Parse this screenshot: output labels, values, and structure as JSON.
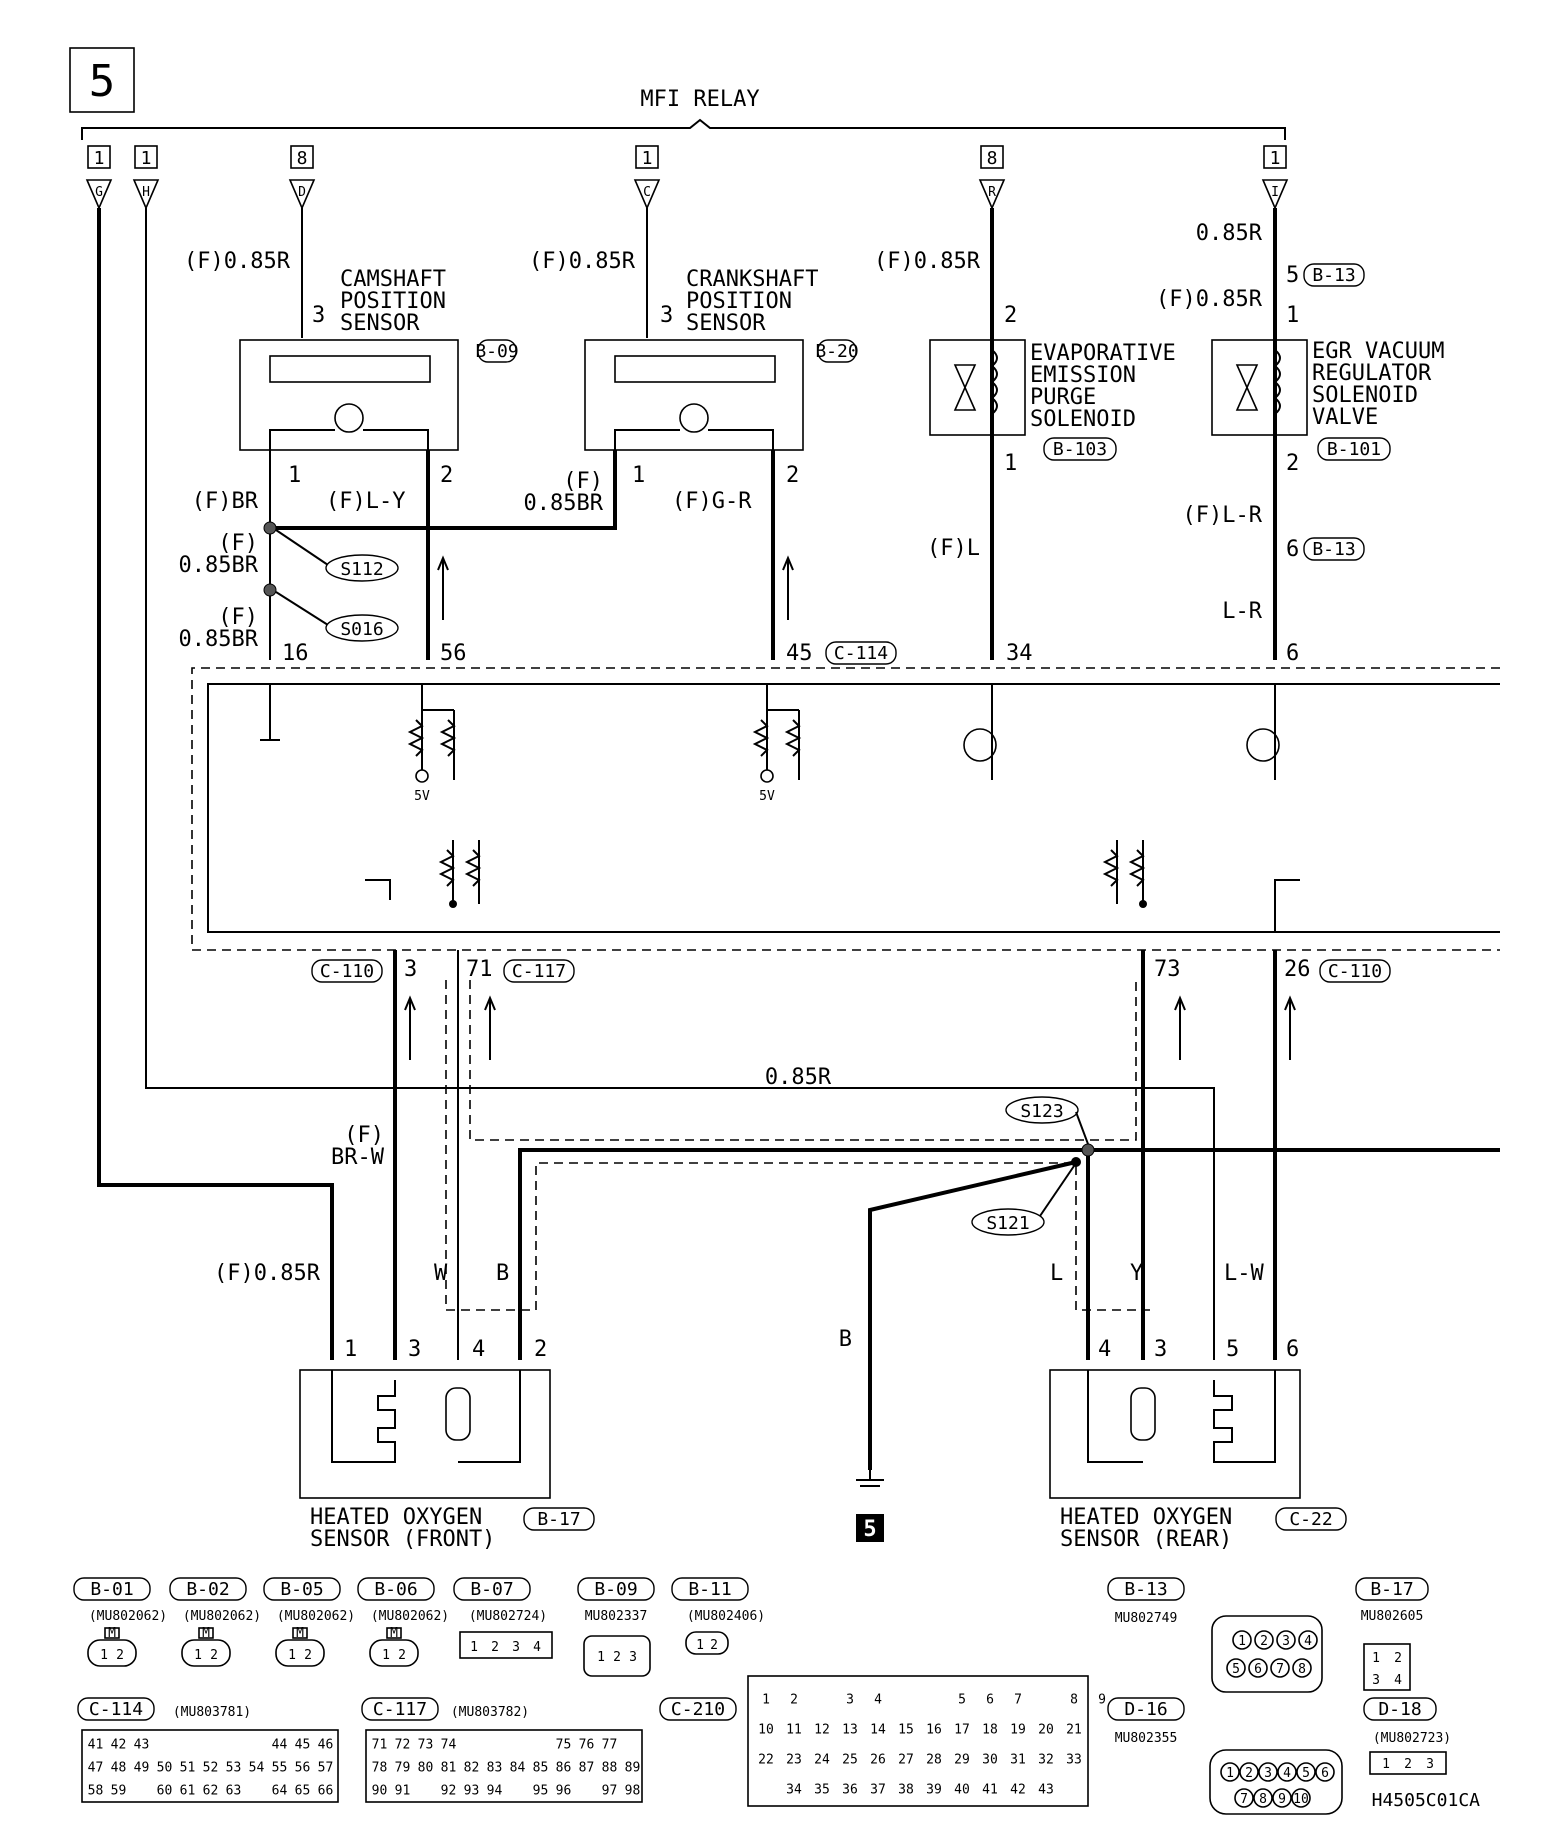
{
  "page_number": "5",
  "relay_title": "MFI RELAY",
  "relay_pins": [
    {
      "circle": "1",
      "letter": "G"
    },
    {
      "circle": "1",
      "letter": "H"
    },
    {
      "circle": "8",
      "letter": "D"
    },
    {
      "circle": "1",
      "letter": "C"
    },
    {
      "circle": "8",
      "letter": "R"
    },
    {
      "circle": "1",
      "letter": "I"
    }
  ],
  "components": {
    "cam": {
      "name_lines": [
        "CAMSHAFT",
        "POSITION",
        "SENSOR"
      ],
      "connector": "B-09"
    },
    "crank": {
      "name_lines": [
        "CRANKSHAFT",
        "POSITION",
        "SENSOR"
      ],
      "connector": "B-20"
    },
    "evap": {
      "name_lines": [
        "EVAPORATIVE",
        "EMISSION",
        "PURGE",
        "SOLENOID"
      ],
      "connector": "B-103"
    },
    "egr": {
      "name_lines": [
        "EGR VACUUM",
        "REGULATOR",
        "SOLENOID",
        "VALVE"
      ],
      "connector": "B-101"
    },
    "ho2_front": {
      "name_lines": [
        "HEATED OXYGEN",
        "SENSOR (FRONT)"
      ],
      "connector": "B-17"
    },
    "ho2_rear": {
      "name_lines": [
        "HEATED OXYGEN",
        "SENSOR (REAR)"
      ],
      "connector": "C-22"
    }
  },
  "splices": [
    "S112",
    "S016",
    "S123",
    "S121"
  ],
  "wire_labels": {
    "cam_in": "(F)0.85R",
    "crank_in": "(F)0.85R",
    "evap_in": "(F)0.85R",
    "egr_in1": "0.85R",
    "egr_in2": "(F)0.85R",
    "br": "(F)BR",
    "ly": "(F)L-Y",
    "f": "(F)",
    "brval": "0.85BR",
    "gr": "(F)G-R",
    "f1": "(F)",
    "br1": "0.85BR",
    "f2": "(F)",
    "br2": "0.85BR",
    "fl": "(F)L",
    "lr1": "(F)L-R",
    "lr2": "L-R",
    "mid": "0.85R",
    "brw1": "(F)",
    "brw2": "BR-W",
    "fr": "(F)0.85R",
    "w": "W",
    "b": "B",
    "l": "L",
    "y": "Y",
    "lw": "L-W",
    "gb": "B"
  },
  "pin_numbers": {
    "cam3": "3",
    "cam1": "1",
    "cam2": "2",
    "cr3": "3",
    "cr1": "1",
    "cr2": "2",
    "ev2": "2",
    "ev1": "1",
    "eg5": "5",
    "eg1": "1",
    "eg2": "2",
    "eg6": "6",
    "e16": "16",
    "e56": "56",
    "e45": "45",
    "e34": "34",
    "e6": "6",
    "v5a": "5V",
    "v5b": "5V",
    "e3": "3",
    "e71": "71",
    "e73": "73",
    "e26": "26",
    "f1": "1",
    "f3": "3",
    "f4": "4",
    "f2": "2",
    "r4": "4",
    "r3": "3",
    "r5": "5",
    "r6": "6"
  },
  "connector_refs": {
    "b13": "B-13",
    "c114": "C-114",
    "c110": "C-110",
    "c117": "C-117"
  },
  "ground_ref": "5",
  "connector_table": [
    {
      "id": "B-01",
      "part": "(MU802062)"
    },
    {
      "id": "B-02",
      "part": "(MU802062)"
    },
    {
      "id": "B-05",
      "part": "(MU802062)"
    },
    {
      "id": "B-06",
      "part": "(MU802062)"
    },
    {
      "id": "B-07",
      "part": "(MU802724)"
    },
    {
      "id": "B-09",
      "part": "MU802337"
    },
    {
      "id": "B-11",
      "part": "(MU802406)"
    },
    {
      "id": "B-13",
      "part": "MU802749"
    },
    {
      "id": "B-17",
      "part": "MU802605"
    },
    {
      "id": "C-114",
      "part": "(MU803781)"
    },
    {
      "id": "C-117",
      "part": "(MU803782)"
    },
    {
      "id": "C-210",
      "part": ""
    },
    {
      "id": "D-16",
      "part": "MU802355"
    },
    {
      "id": "D-18",
      "part": "(MU802723)"
    }
  ],
  "c114_rows": [
    [
      "41",
      "42",
      "43",
      "",
      "",
      "",
      "",
      "",
      "44",
      "45",
      "46"
    ],
    [
      "47",
      "48",
      "49",
      "50",
      "51",
      "52",
      "53",
      "54",
      "55",
      "56",
      "57"
    ],
    [
      "58",
      "59",
      "",
      "60",
      "61",
      "62",
      "63",
      "",
      "64",
      "65",
      "66"
    ]
  ],
  "c117_rows": [
    [
      "71",
      "72",
      "73",
      "74",
      "",
      "",
      "",
      "",
      "75",
      "76",
      "77"
    ],
    [
      "78",
      "79",
      "80",
      "81",
      "82",
      "83",
      "84",
      "85",
      "86",
      "87",
      "88",
      "89"
    ],
    [
      "90",
      "91",
      "",
      "92",
      "93",
      "94",
      "",
      "95",
      "96",
      "",
      "97",
      "98"
    ]
  ],
  "c210_rows": [
    [
      "1",
      "2",
      "",
      "3",
      "4",
      "",
      "",
      "5",
      "6",
      "7",
      "",
      "8",
      "9"
    ],
    [
      "10",
      "11",
      "12",
      "13",
      "14",
      "15",
      "16",
      "17",
      "18",
      "19",
      "20",
      "21"
    ],
    [
      "22",
      "23",
      "24",
      "25",
      "26",
      "27",
      "28",
      "29",
      "30",
      "31",
      "32",
      "33"
    ],
    [
      "",
      "34",
      "35",
      "36",
      "37",
      "38",
      "39",
      "40",
      "41",
      "42",
      "43"
    ]
  ],
  "b13_pins": [
    "1",
    "2",
    "3",
    "4",
    "5",
    "6",
    "7",
    "8"
  ],
  "b17_pins": [
    "1",
    "2",
    "3",
    "4"
  ],
  "d16_pins": [
    "1",
    "2",
    "3",
    "4",
    "5",
    "6",
    "7",
    "8",
    "9",
    "10"
  ],
  "two_pins": [
    "1",
    "2"
  ],
  "three_pins": [
    "1",
    "2",
    "3"
  ],
  "four_pins": [
    "1",
    "2",
    "3",
    "4"
  ],
  "m_mark": "M",
  "figure_code": "H4505C01CA"
}
